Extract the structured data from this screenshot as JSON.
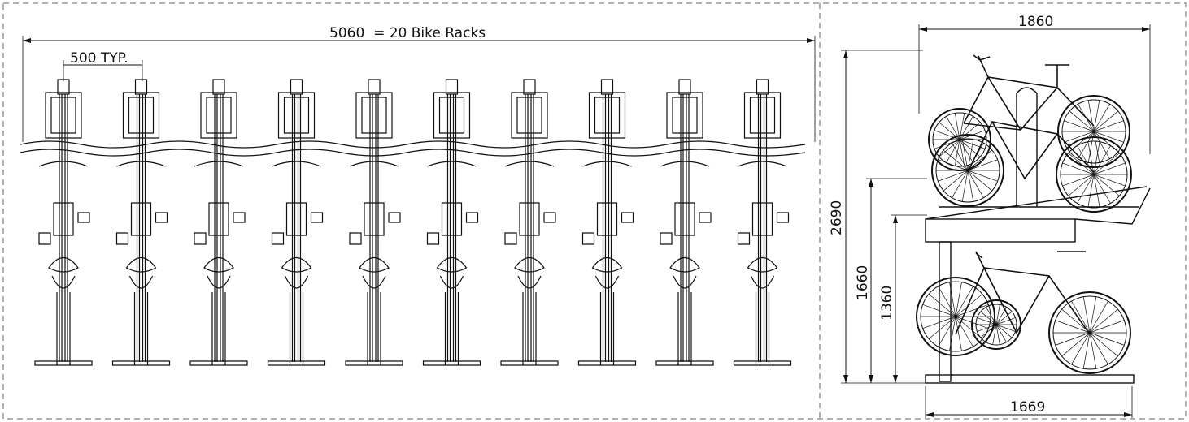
{
  "plan_view": {
    "overall_dimension": "5060  = 20 Bike Racks",
    "spacing_dimension": "500 TYP.",
    "bike_count": 10
  },
  "side_view": {
    "width_top": "1860",
    "width_bottom": "1669",
    "height_overall": "2690",
    "height_upper_deck": "1660",
    "height_lower_deck": "1360"
  }
}
